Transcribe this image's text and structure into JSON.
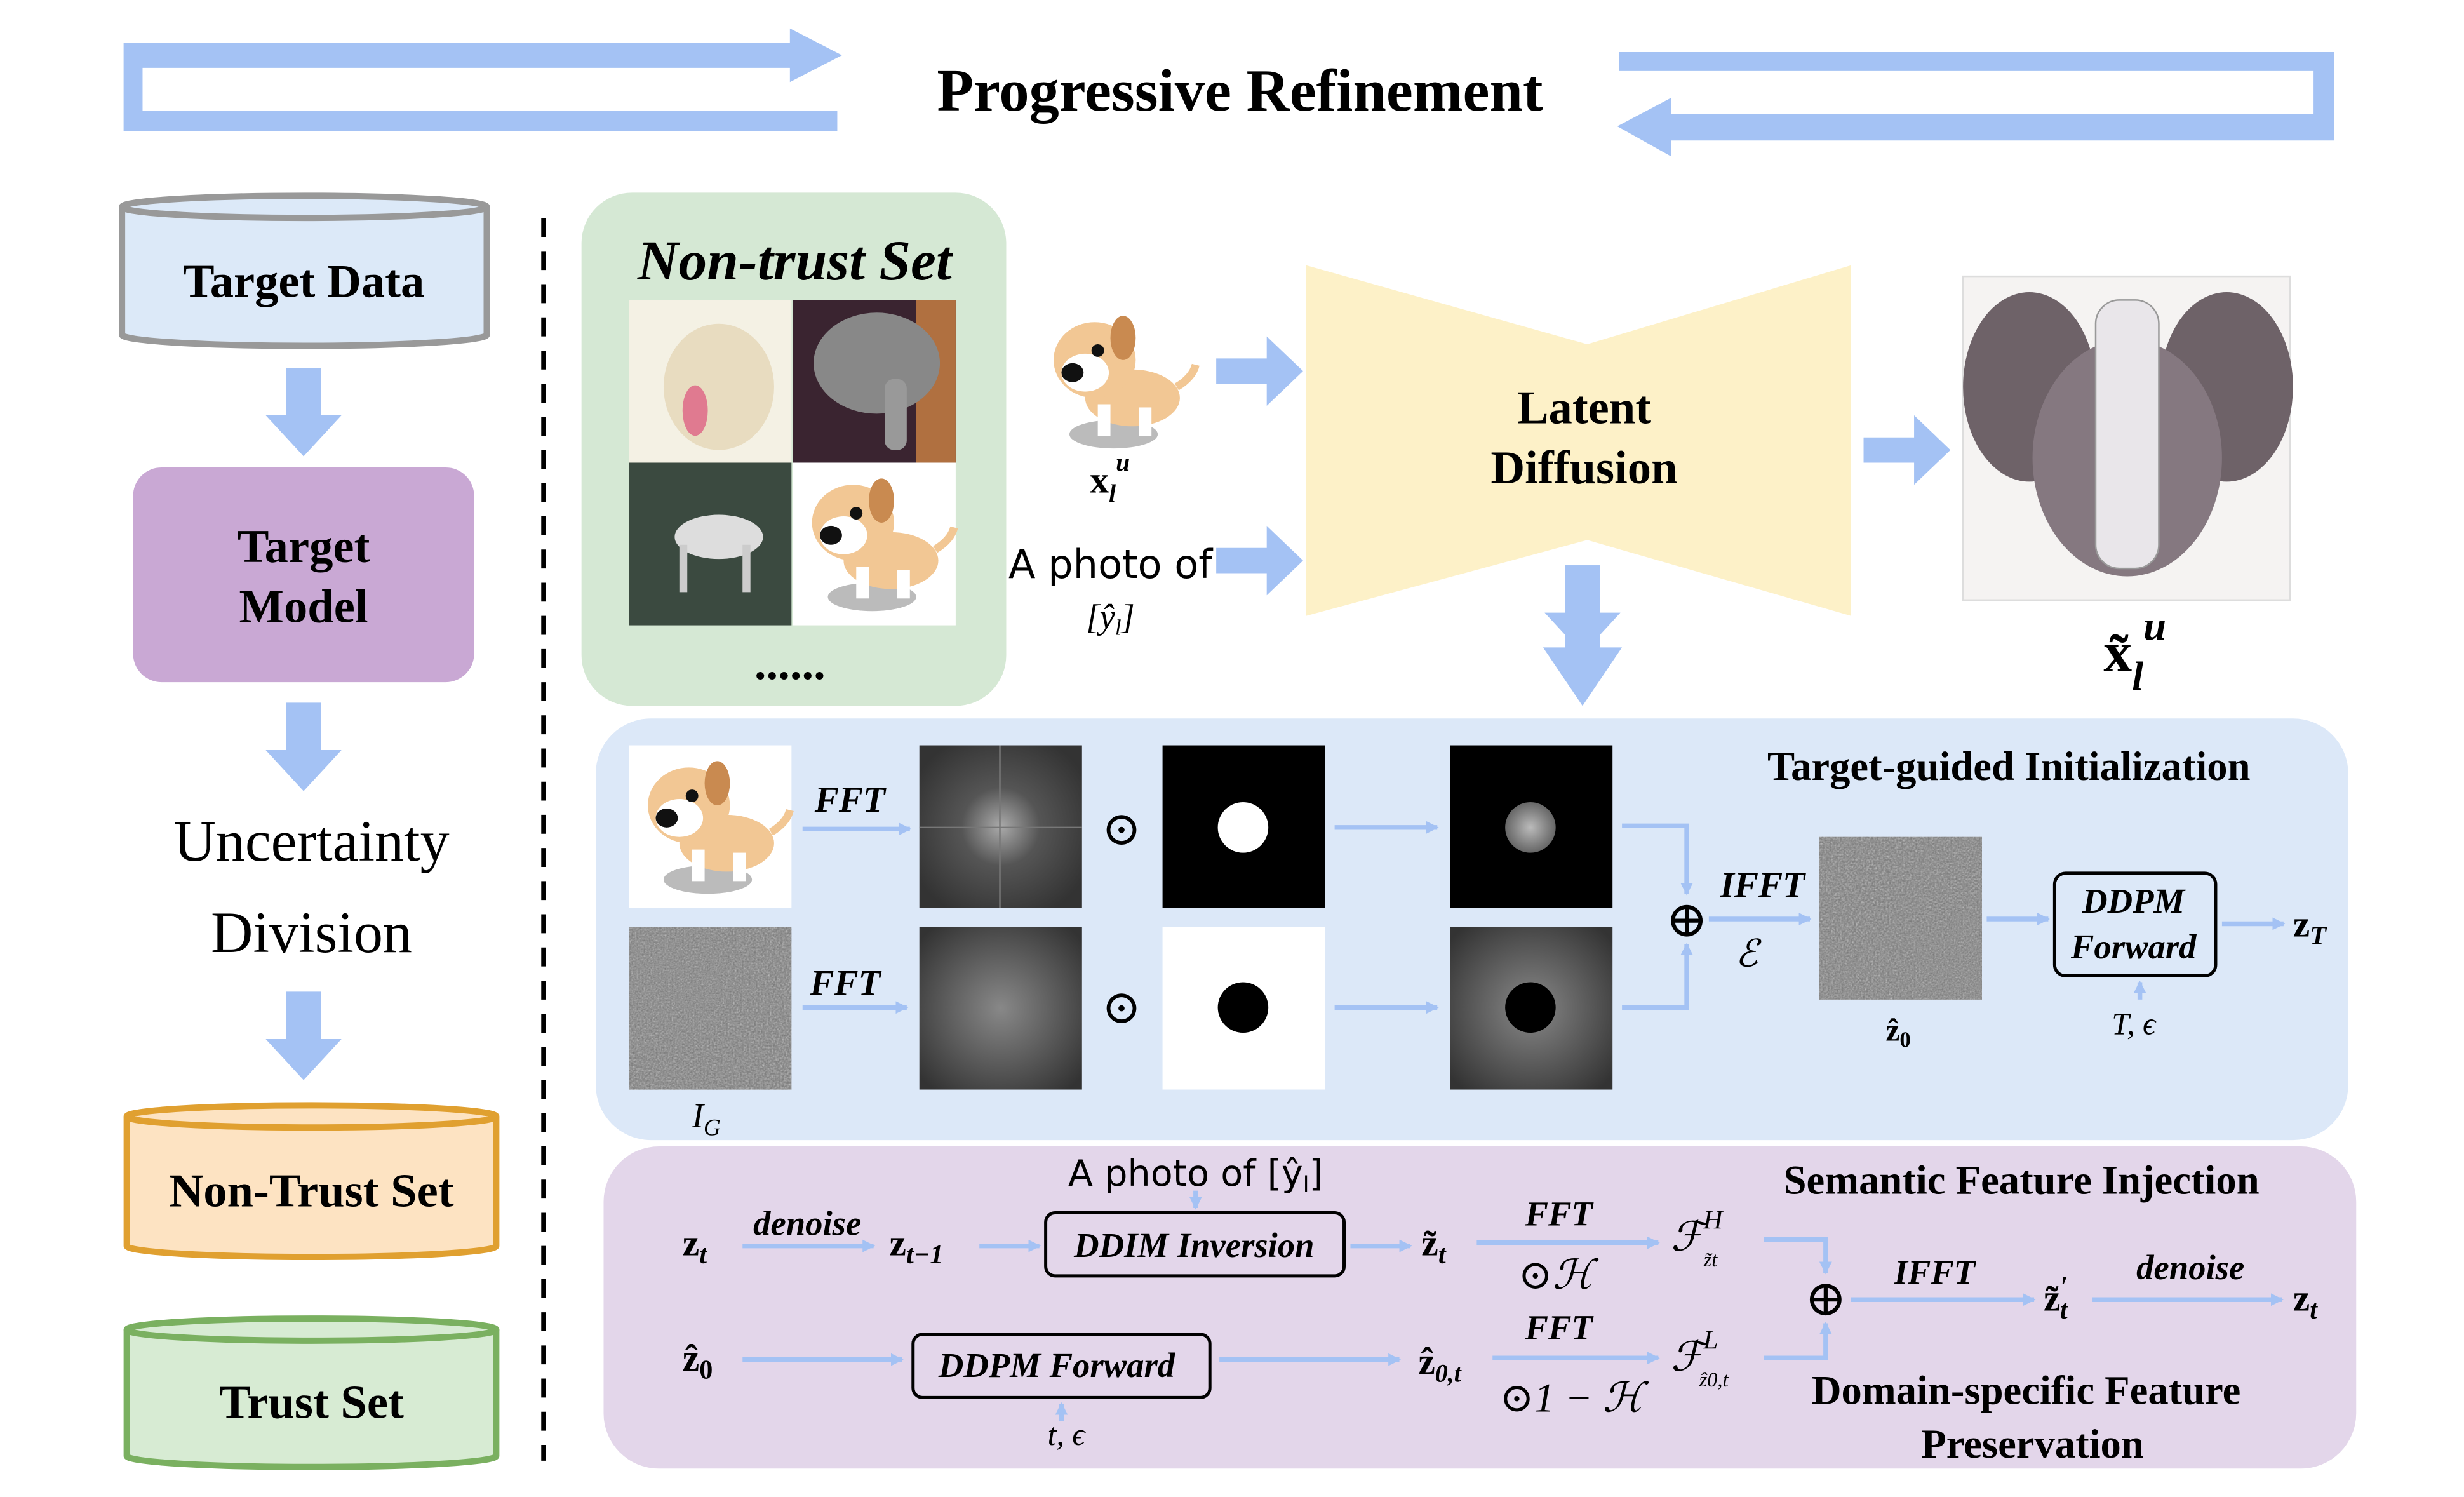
{
  "colors": {
    "arrow": "#a4c2f4",
    "target_data": "#dce9f8",
    "target_model": "#c9a8d4",
    "non_trust": "#fde3c2",
    "non_trust_stroke": "#e0a030",
    "trust": "#d7ebd3",
    "trust_stroke": "#7ab060",
    "nontrust_panel": "#d5e8d4",
    "init_panel": "#dce8f8",
    "inject_panel": "#e3d6ea",
    "diffusion": "#fdf1c8"
  },
  "title": "Progressive Refinement",
  "left": {
    "target_data": "Target Data",
    "target_model": [
      "Target",
      "Model"
    ],
    "uncertainty": [
      "Uncertainty",
      "Division"
    ],
    "non_trust": "Non-Trust Set",
    "trust": "Trust Set"
  },
  "nontrust_panel": {
    "title": "Non-trust Set",
    "ellipsis": "......"
  },
  "generation": {
    "input_label": {
      "base": "x",
      "sub": "l",
      "sup": "u"
    },
    "prompt": "A photo of",
    "prompt_class": "[ŷ",
    "prompt_class_sub": "l",
    "prompt_close": "]",
    "diffusion": [
      "Latent",
      "Diffusion"
    ],
    "output_label": {
      "base": "x̃",
      "sub": "l",
      "sup": "u"
    }
  },
  "init_panel": {
    "title": "Target-guided Initialization",
    "fft1": "FFT",
    "fft2": "FFT",
    "hadamard": "⊙",
    "noise_label": {
      "base": "I",
      "sub": "G"
    },
    "oplus": "⊕",
    "ifft": "IFFT",
    "encoder": "ℰ",
    "z0": {
      "base": "ẑ",
      "sub": "0"
    },
    "ddpm": [
      "DDPM",
      "Forward"
    ],
    "ddpm_params": "T, ϵ",
    "zT": {
      "base": "z",
      "sub": "T"
    }
  },
  "inject_panel": {
    "title": "Semantic Feature Injection",
    "title2": [
      "Domain-specific Feature",
      "Preservation"
    ],
    "zt": {
      "base": "z",
      "sub": "t"
    },
    "denoise": "denoise",
    "zt1": {
      "base": "z",
      "sub": "t−1"
    },
    "prompt": "A photo of [ŷ",
    "prompt_sub": "l",
    "prompt_close": "]",
    "ddim": "DDIM Inversion",
    "zt_tilde": {
      "base": "z̃",
      "sub": "t"
    },
    "fft": "FFT",
    "mask_h": "⊙ℋ",
    "fh": {
      "base": "ℱ",
      "sup": "H",
      "sub": "z̃t"
    },
    "ifft": "IFFT",
    "zt_prime": {
      "base": "z̃",
      "sup": "′",
      "sub": "t"
    },
    "denoise2": "denoise",
    "zt_out": {
      "base": "z",
      "sub": "t"
    },
    "z0": {
      "base": "ẑ",
      "sub": "0"
    },
    "ddpm": "DDPM Forward",
    "ddpm_params": "t, ϵ",
    "z0t": {
      "base": "ẑ",
      "sub": "0,t"
    },
    "fft2": "FFT",
    "mask_l": "⊙1 − ℋ",
    "fl": {
      "base": "ℱ",
      "sup": "L",
      "sub": "ẑ0,t"
    },
    "oplus": "⊕"
  }
}
